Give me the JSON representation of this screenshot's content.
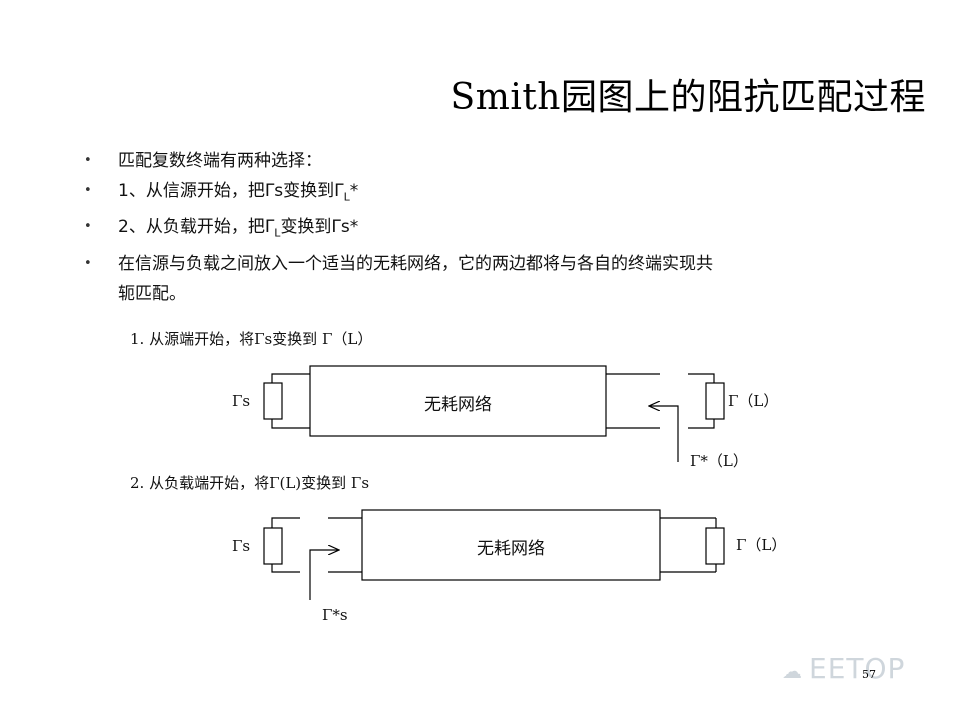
{
  "title": "Smith园图上的阻抗匹配过程",
  "bullets": [
    {
      "text": "匹配复数终端有两种选择："
    },
    {
      "pre": "1、从信源开始，把Γs变换到Γ",
      "sub": "L",
      "post": "*"
    },
    {
      "pre": "2、从负载开始，把Γ",
      "sub": "L",
      "post": "变换到Γs*"
    },
    {
      "text": "在信源与负载之间放入一个适当的无耗网络，它的两边都将与各自的终端实现共"
    },
    {
      "text": "轭匹配。",
      "continuation": true
    }
  ],
  "bullet_symbol": "•",
  "diagram1": {
    "heading": "1. 从源端开始，将Γs变换到 Γ（L）",
    "box_label": "无耗网络",
    "source_label": "Γs",
    "load_label": "Γ（L）",
    "conj_label": "Γ*（L）"
  },
  "diagram2": {
    "heading": "2. 从负载端开始，将Γ(L)变换到 Γs",
    "box_label": "无耗网络",
    "source_label": "Γs",
    "load_label": "Γ（L）",
    "conj_label": "Γ*s"
  },
  "page_number": "57",
  "watermark": "EETOP"
}
